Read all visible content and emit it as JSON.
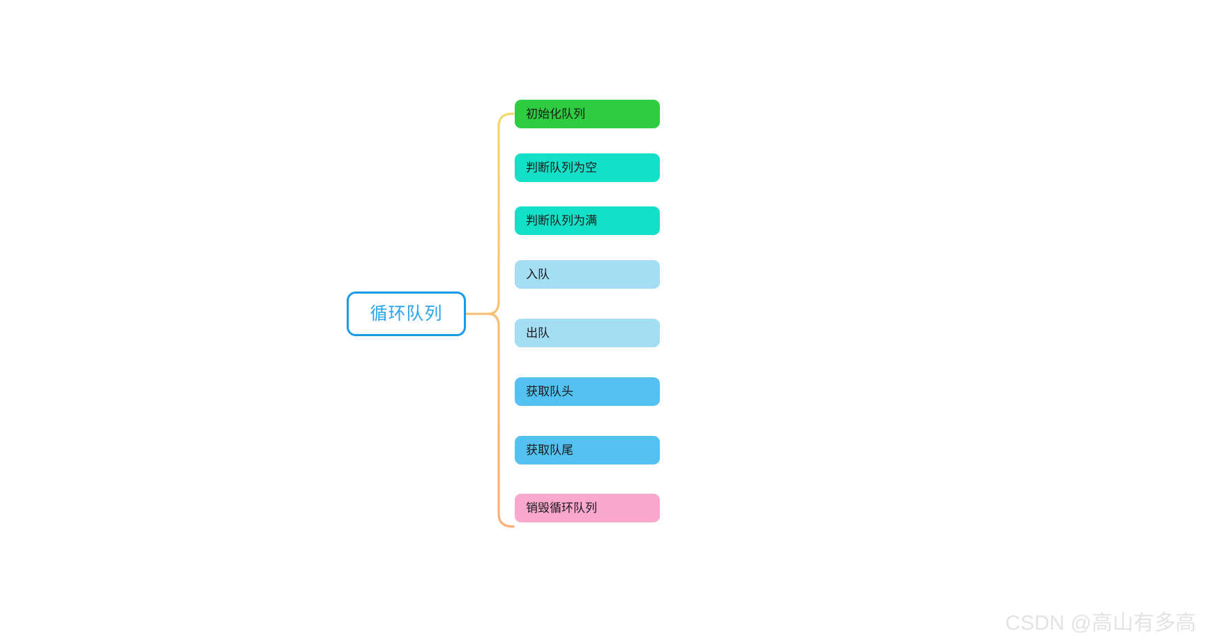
{
  "diagram": {
    "type": "mind-map",
    "orientation": "left-to-right",
    "root": {
      "label": "循环队列",
      "text_color": "#2aa3ef",
      "border_color": "#169be8",
      "fill_color": "#ffffff"
    },
    "connector": {
      "style": "curved-bracket",
      "color_top": "#f2d771",
      "color_bottom": "#f9ad72"
    },
    "branches": [
      {
        "label": "初始化队列",
        "color": "#2ecc40",
        "icon": "node-chip-icon"
      },
      {
        "label": "判断队列为空",
        "color": "#14e0c8",
        "icon": "node-chip-icon"
      },
      {
        "label": "判断队列为满",
        "color": "#14e0c8",
        "icon": "node-chip-icon"
      },
      {
        "label": "入队",
        "color": "#a4def5",
        "icon": "node-chip-icon"
      },
      {
        "label": "出队",
        "color": "#a4def5",
        "icon": "node-chip-icon"
      },
      {
        "label": "获取队头",
        "color": "#54c2f0",
        "icon": "node-chip-icon"
      },
      {
        "label": "获取队尾",
        "color": "#54c2f0",
        "icon": "node-chip-icon"
      },
      {
        "label": "销毁循环队列",
        "color": "#fba8ce",
        "icon": "node-chip-icon"
      }
    ]
  },
  "watermark": {
    "text": "CSDN @高山有多高",
    "color": "#e3e3e5"
  }
}
